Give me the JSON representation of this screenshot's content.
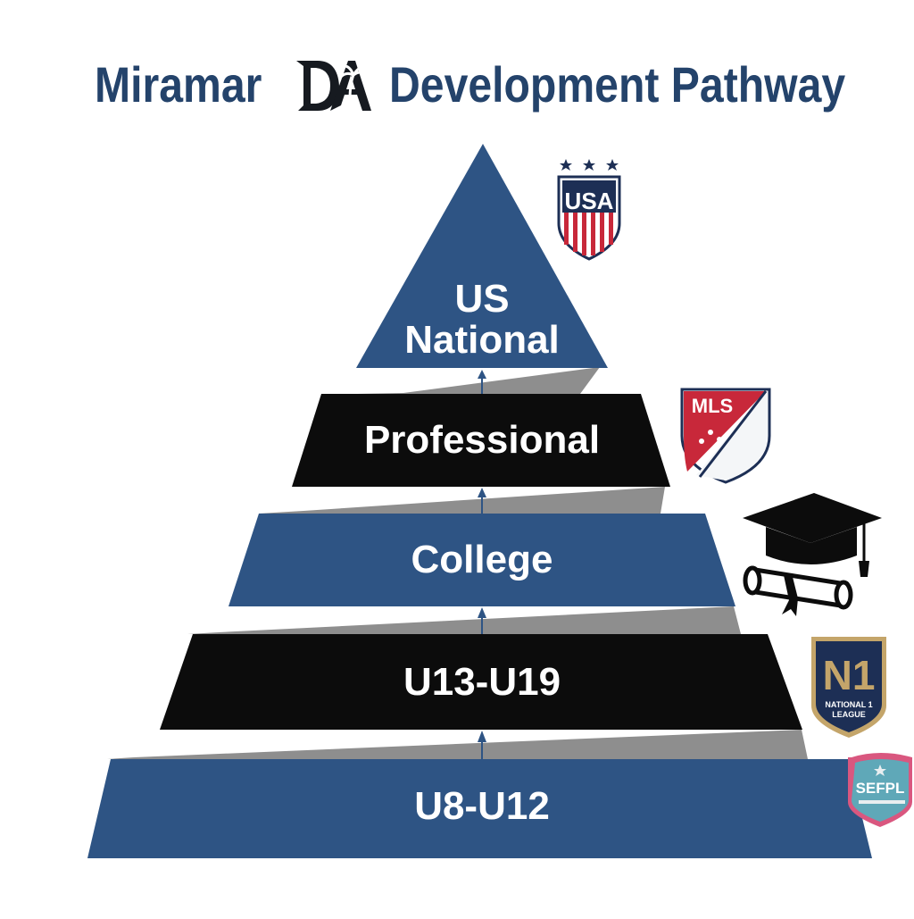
{
  "header": {
    "title_left": "Miramar",
    "club_logo_text": "DA",
    "title_right": "Development Pathway"
  },
  "tiers": [
    {
      "label_line1": "US",
      "label_line2": "National",
      "color": "#2e5484",
      "badge": "usa-crest-icon"
    },
    {
      "label": "Professional",
      "color": "#0c0c0c",
      "badge": "mls-crest-icon"
    },
    {
      "label": "College",
      "color": "#2e5484",
      "badge": "graduation-cap-diploma-icon"
    },
    {
      "label": "U13-U19",
      "color": "#0c0c0c",
      "badge": "national-league-crest-icon"
    },
    {
      "label": "U8-U12",
      "color": "#2e5484",
      "badge": "sefpl-crest-icon"
    }
  ],
  "badges": {
    "usa_text": "USA",
    "mls_text": "MLS",
    "n1_text": "N1",
    "n1_caption_line1": "NATIONAL 1",
    "n1_caption_line2": "LEAGUE",
    "sefpl_text": "SEFPL"
  },
  "colors": {
    "title": "#24436b",
    "navy": "#2e5484",
    "black": "#0c0c0c",
    "connector_gray": "#8e8e8e",
    "usa_red": "#c8283a",
    "gold": "#c4a56a",
    "pink": "#d9577f",
    "teal": "#5fa8b8"
  }
}
